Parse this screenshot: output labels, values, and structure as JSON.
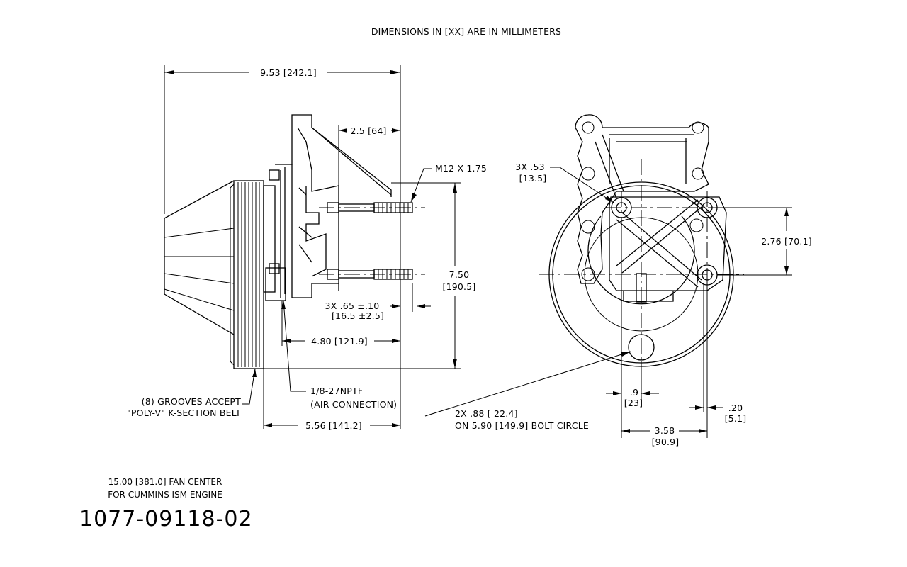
{
  "header": {
    "note": "DIMENSIONS IN [XX] ARE IN MILLIMETERS"
  },
  "side_view": {
    "overall_length": "9.53 [242.1]",
    "hub_offset": "2.5 [64]",
    "thread": "M12 X 1.75",
    "height_in": "7.50",
    "height_mm": "[190.5]",
    "stud_len_in": "3X .65 ±.10",
    "stud_len_mm": "[16.5 ±2.5]",
    "pulley_center": "4.80 [121.9]",
    "grooves_line1": "(8) GROOVES ACCEPT",
    "grooves_line2": "\"POLY-V\" K-SECTION BELT",
    "air_line1": "1/8-27NPTF",
    "air_line2": "(AIR CONNECTION)",
    "pulley_width": "5.56 [141.2]"
  },
  "front_view": {
    "holes_in": "3X .53",
    "holes_mm": "[13.5]",
    "vertical_spacing": "2.76 [70.1]",
    "pilot_line1": "2X .88 [ 22.4]",
    "pilot_line2": "ON 5.90 [149.9] BOLT CIRCLE",
    "offset_in": ".9",
    "offset_mm": "[23]",
    "edge_in": ".20",
    "edge_mm": "[5.1]",
    "hole_span_in": "3.58",
    "hole_span_mm": "[90.9]"
  },
  "footer": {
    "desc_line1": "15.00 [381.0] FAN CENTER",
    "desc_line2": "FOR CUMMINS ISM ENGINE",
    "part_number": "1077-09118-02"
  }
}
